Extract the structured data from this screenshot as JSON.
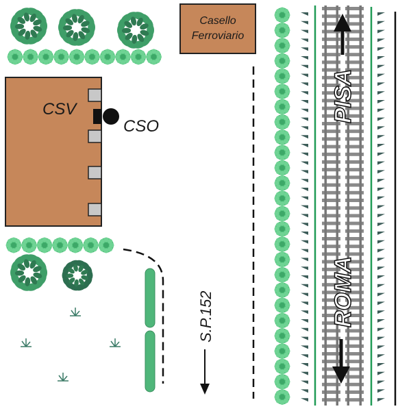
{
  "labels": {
    "casello_line1": "Casello",
    "casello_line2": "Ferroviario",
    "csv": "CSV",
    "cso": "CSO",
    "road": "S.P.152",
    "north_direction": "PISA",
    "south_direction": "ROMA"
  },
  "colors": {
    "building": "#c6875a",
    "window": "#c8c8c8",
    "hedge": "#4fc07a",
    "tree": "#3f9e68",
    "tree_dark": "#2d6e50",
    "rail": "#8a8a8a",
    "green_line": "#1f9a55"
  },
  "icons": [
    "tree-icon",
    "hedge-icon",
    "grass-icon",
    "arrow-up-icon",
    "arrow-down-icon"
  ]
}
